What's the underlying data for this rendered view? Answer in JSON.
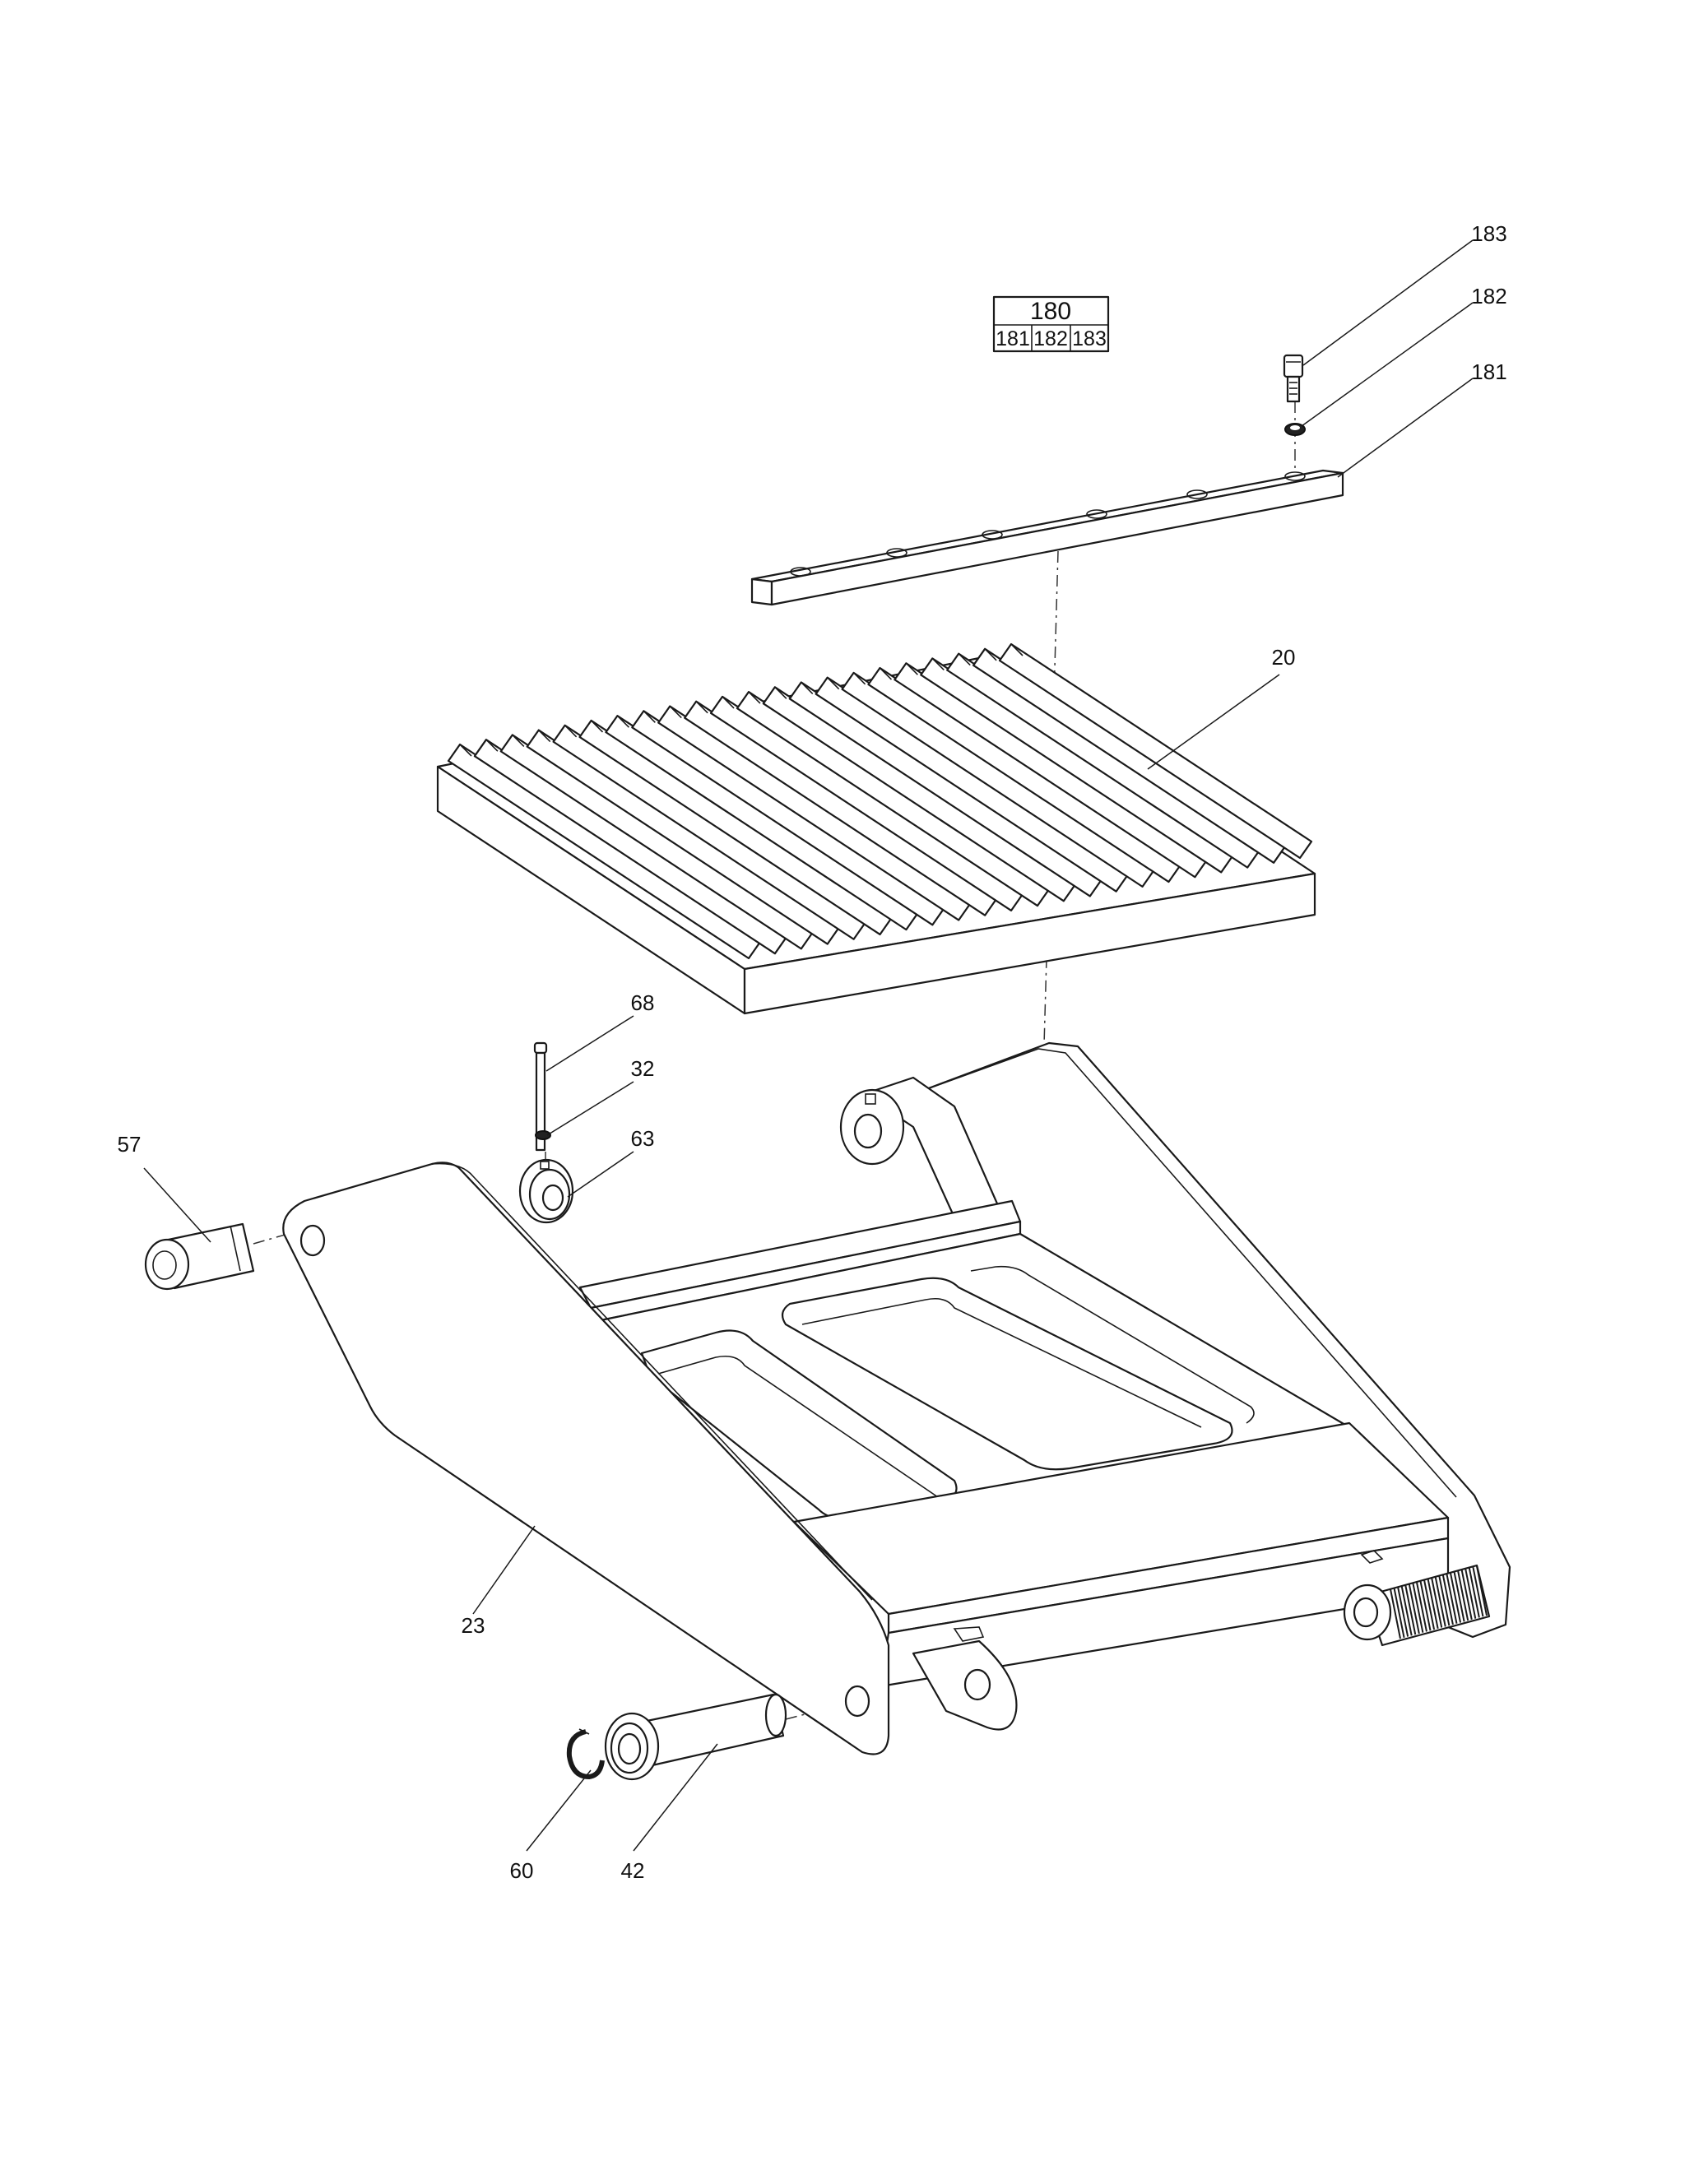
{
  "kit_table": {
    "assembly": "180",
    "components": [
      "181",
      "182",
      "183"
    ]
  },
  "callouts": {
    "p183": "183",
    "p182": "182",
    "p181": "181",
    "p20": "20",
    "p68": "68",
    "p32": "32",
    "p63": "63",
    "p57": "57",
    "p23": "23",
    "p60": "60",
    "p42": "42"
  },
  "icons": {
    "drawing": "exploded-parts-diagram"
  }
}
